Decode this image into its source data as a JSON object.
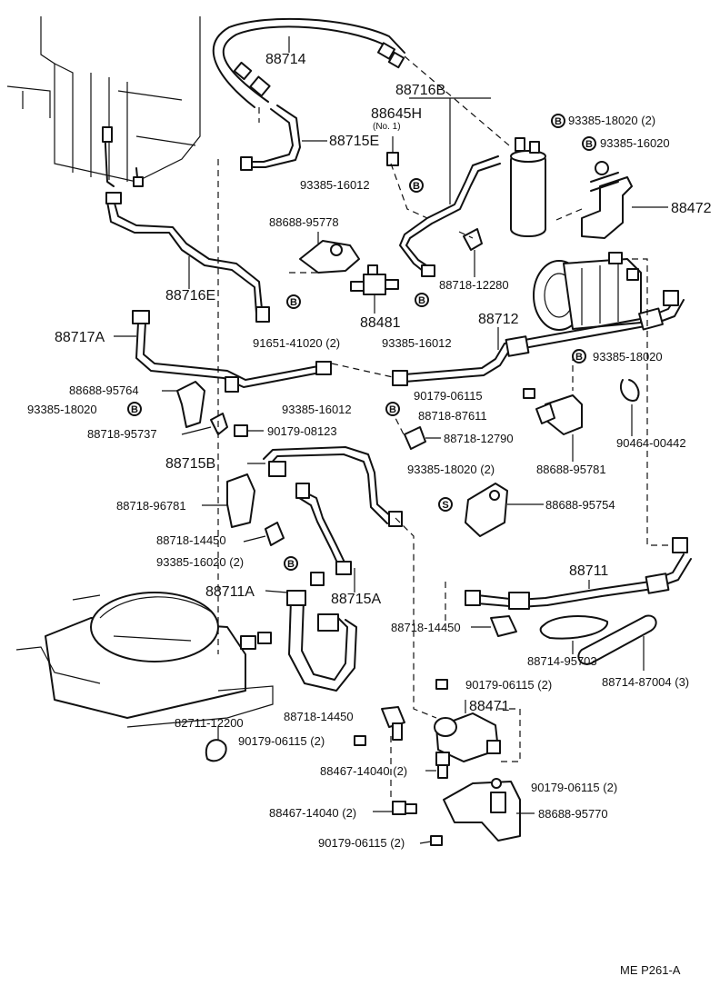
{
  "callouts": {
    "c88714": "88714",
    "c88716B": "88716B",
    "c88645H": "88645H",
    "c88645H_sub": "(No. 1)",
    "c88715E": "88715E",
    "c93385_18020_2_top": "93385-18020 (2)",
    "c93385_16020_top": "93385-16020",
    "c93385_16012_a": "93385-16012",
    "c88472": "88472",
    "c88688_95778": "88688-95778",
    "c88718_12280": "88718-12280",
    "c88716E": "88716E",
    "c88481": "88481",
    "c88712": "88712",
    "c91651_41020": "91651-41020 (2)",
    "c93385_16012_b": "93385-16012",
    "c88717A": "88717A",
    "c93385_18020_right": "93385-18020",
    "c88688_95764": "88688-95764",
    "c93385_18020_left": "93385-18020",
    "c90179_06115_a": "90179-06115",
    "c93385_16012_c": "93385-16012",
    "c88718_87611": "88718-87611",
    "c88718_95737": "88718-95737",
    "c90179_08123": "90179-08123",
    "c88718_12790": "88718-12790",
    "c90464_00442": "90464-00442",
    "c88715B": "88715B",
    "c93385_18020_2_mid": "93385-18020 (2)",
    "c88688_95781": "88688-95781",
    "c88718_96781": "88718-96781",
    "c88688_95754": "88688-95754",
    "c88718_14450_a": "88718-14450",
    "c93385_16020_2": "93385-16020 (2)",
    "c88711A": "88711A",
    "c88715A": "88715A",
    "c88711": "88711",
    "c88718_14450_b": "88718-14450",
    "c88714_95703": "88714-95703",
    "c88714_87004": "88714-87004 (3)",
    "c90179_06115_2_a": "90179-06115 (2)",
    "c88471": "88471",
    "c88718_14450_c": "88718-14450",
    "c82711_12200": "82711-12200",
    "c90179_06115_2_b": "90179-06115 (2)",
    "c88467_14040_a": "88467-14040 (2)",
    "c90179_06115_2_c": "90179-06115 (2)",
    "c88467_14040_b": "88467-14040 (2)",
    "c88688_95770": "88688-95770",
    "c90179_06115_2_d": "90179-06115 (2)"
  },
  "markers": {
    "b": "B",
    "s": "S"
  },
  "footer": {
    "code": "ME  P261-A"
  }
}
